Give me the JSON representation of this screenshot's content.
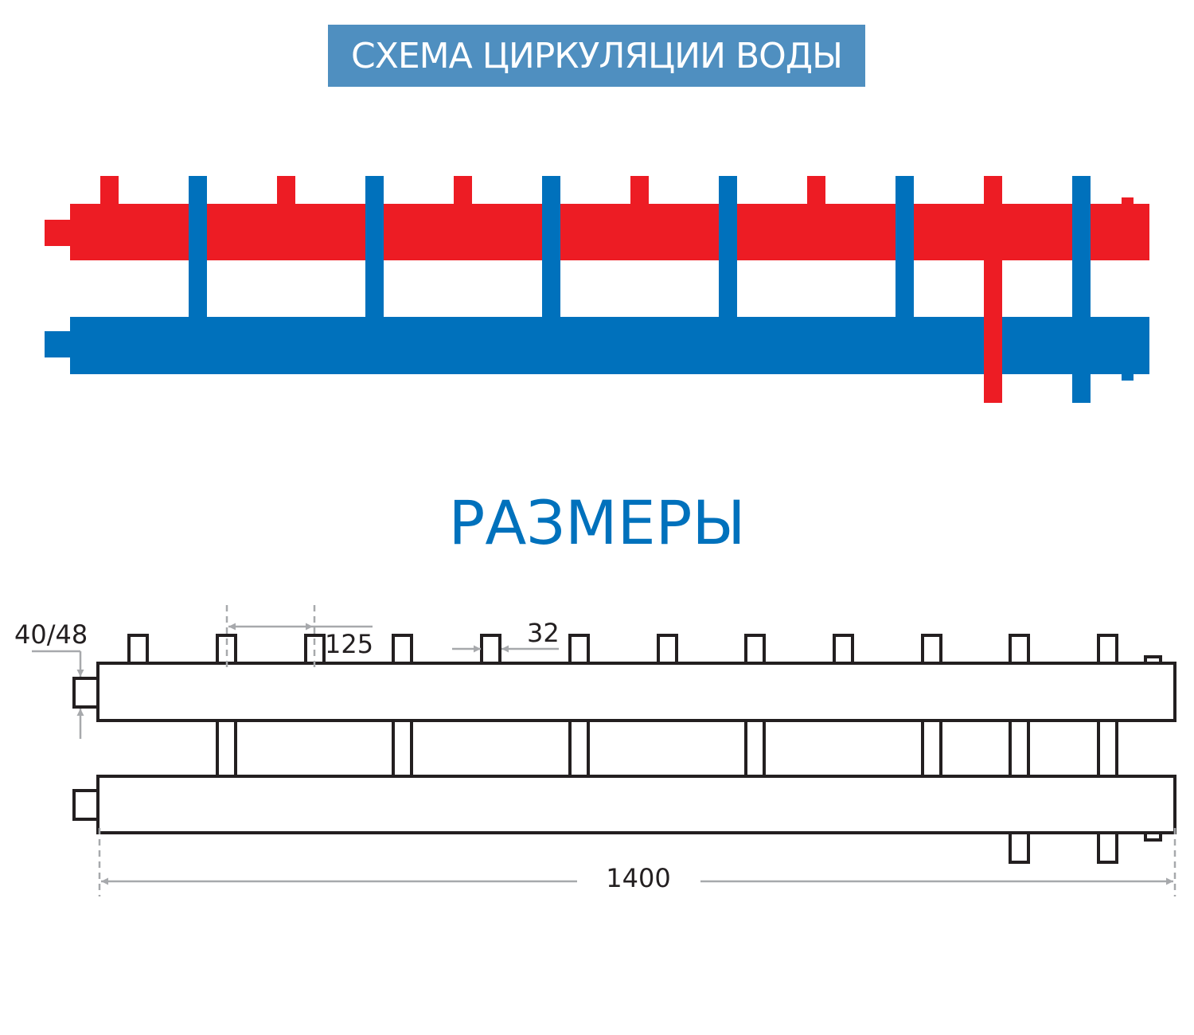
{
  "diagram": {
    "circulation_title": "СХЕМА ЦИРКУЛЯЦИИ ВОДЫ",
    "dimensions_title": "РАЗМЕРЫ",
    "dim_pipe_height": "40/48",
    "dim_pitch": "125",
    "dim_nozzle_width": "32",
    "dim_total_length": "1400"
  },
  "colors": {
    "banner_bg": "#4f8fc0",
    "hot": "#ed1c24",
    "cold": "#0071bc",
    "heading": "#0071bc",
    "outline": "#231f20",
    "dimension_line": "#a7a9ac"
  }
}
